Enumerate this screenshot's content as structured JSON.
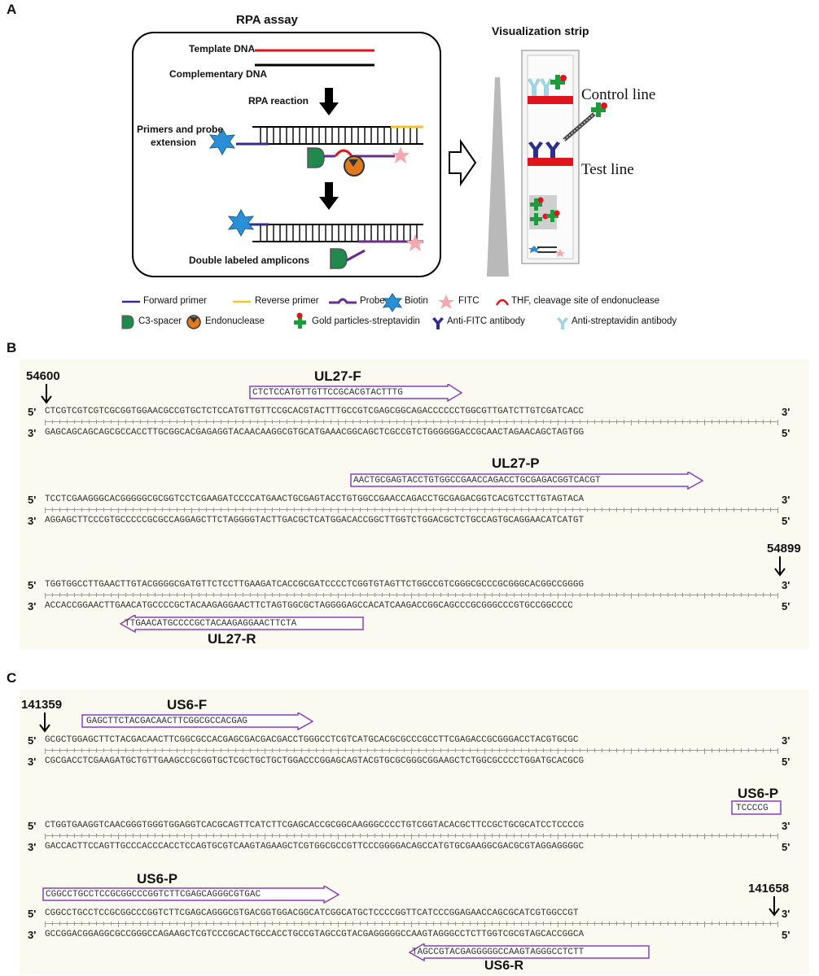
{
  "panelA": {
    "letter": "A",
    "rpa_title": "RPA assay",
    "template_dna": "Template DNA",
    "complementary_dna": "Complementary DNA",
    "rpa_reaction": "RPA reaction",
    "primers_probe_1": "Primers and probe",
    "primers_probe_2": "extension",
    "double_labeled": "Double labeled amplicons",
    "strip_title": "Visualization strip",
    "control_line": "Control line",
    "test_line": "Test line",
    "legend": {
      "forward_primer": "Forward primer",
      "reverse_primer": "Reverse primer",
      "probe": "Probe",
      "biotin": "Biotin",
      "fitc": "FITC",
      "thf": "THF, cleavage site of endonuclease",
      "c3_spacer": "C3-spacer",
      "endonuclease": "Endonuclease",
      "gold": "Gold particles-streptavidin",
      "anti_fitc": "Anti-FITC antibody",
      "anti_strep": "Anti-streptavidin antibody"
    },
    "colors": {
      "forward": "#2e2e8f",
      "reverse": "#f2c230",
      "probe": "#6a2d8f",
      "biotin": "#2a8fd6",
      "fitc": "#f4a8b0",
      "thf": "#e0141c",
      "c3": "#1f8a4c",
      "endo": "#e07a1f",
      "gold": "#1f9a3c",
      "test_line": "#e0141c"
    }
  },
  "panelB": {
    "letter": "B",
    "five": "5'",
    "three": "3'",
    "start_coord": "54600",
    "end_coord": "54899",
    "rows": [
      {
        "top": "CTCGTCGTCGTCGCGGTGGAACGCCGTGCTCTCCATGTTGTTCCGCACGTACTTTGCCGTCGAGCGGCAGACCCCCCTGGCGTTGATCTTGTCGATCACC",
        "bottom": "GAGCAGCAGCAGCGCCACCTTGCGGCACGAGAGGTACAACAAGGCGTGCATGAAACGGCAGCTCGCCGTCTGGGGGGACCGCAACTAGAACAGCTAGTGG"
      },
      {
        "top": "TCCTCGAAGGGCACGGGGGCGCGGTCCTCGAAGATCCCCATGAACTGCGAGTACCTGTGGCCGAACCAGACCTGCGAGACGGTCACGTCCTTGTAGTACA",
        "bottom": "AGGAGCTTCCCGTGCCCCCGCGCCAGGAGCTTCTAGGGGTACTTGACGCTCATGGACACCGGCTTGGTCTGGACGCTCTGCCAGTGCAGGAACATCATGT"
      },
      {
        "top": "TGGTGGCCTTGAACTTGTACGGGGCGATGTTCTCCTTGAAGATCACCGCGATCCCCTCGGTGTAGTTCTGGCCGTCGGGCGCCCGCGGGCACGGCCGGGG",
        "bottom": "ACCACCGGAACTTGAACATGCCCCGCTACAAGAGGAACTTCTAGTGGCGCTAGGGGAGCCACATCAAGACCGGCAGCCCGCGGGCCCGTGCCGGCCCC"
      }
    ],
    "primers": {
      "f_label": "UL27-F",
      "f_seq": "CTCTCCATGTTGTTCCGCACGTACTTTG",
      "p_label": "UL27-P",
      "p_seq": "AACTGCGAGTACCTGTGGCCGAACCAGACCTGCGAGACGGTCACGT",
      "r_label": "UL27-R",
      "r_seq": "TTGAACATGCCCCGCTACAAGAGGAACTTCTA"
    }
  },
  "panelC": {
    "letter": "C",
    "five": "5'",
    "three": "3'",
    "start_coord": "141359",
    "end_coord": "141658",
    "rows": [
      {
        "top": "GCGCTGGAGCTTCTACGACAACTTCGGCGCCACGAGCGACGACGACCTGGGCCTCGTCATGCACGCGCCCGCCTTCGAGACCGCGGGACCTACGTGCGC",
        "bottom": "CGCGACCTCGAAGATGCTGTTGAAGCCGCGGTGCTCGCTGCTGCTGGACCCGGAGCAGTACGTGCGCGGGCGGAAGCTCTGGCGCCCCTGGATGCACGCG"
      },
      {
        "top": "CTGGTGAAGGTCAACGGGTGGGTGGAGGTCACGCAGTTCATCTTCGAGCACCGCGGCAAGGGCCCCTGTCGGTACACGCTTCCGCTGCGCATCCTCCCCG",
        "bottom": "GACCACTTCCAGTTGCCCACCCACCTCCAGTGCGTCAAGTAGAAGCTCGTGGCGCCGTTCCCGGGGACAGCCATGTGCGAAGGCGACGCGTAGGAGGGGC"
      },
      {
        "top": "CGGCCTGCCTCCGCGGCCCGGTCTTCGAGCAGGGCGTGACGGTGGACGGCATCGGCATGCTCCCCGGTTCATCCCGGAGAACCAGCGCATCGTGGCCGT",
        "bottom": "GCCGGACGGAGGCGCCGGGCCAGAAGCTCGTCCCGCACTGCCACCTGCCGTAGCCGTACGAGGGGGCCAAGTAGGGCCTCTTGGTCGCGTAGCACCGGCA"
      }
    ],
    "primers": {
      "f_label": "US6-F",
      "f_seq": "GAGCTTCTACGACAACTTCGGCGCCACGAG",
      "p_label_1": "US6-P",
      "p_seq_1": "TCCCCG",
      "p_label_2": "US6-P",
      "p_seq_2": "CGGCCTGCCTCCGCGGCCCGGTCTTCGAGCAGGGCGTGAC",
      "r_label": "US6-R",
      "r_seq": "TAGCCGTACGAGGGGGCCAAGTAGGGCCTCTT"
    }
  }
}
